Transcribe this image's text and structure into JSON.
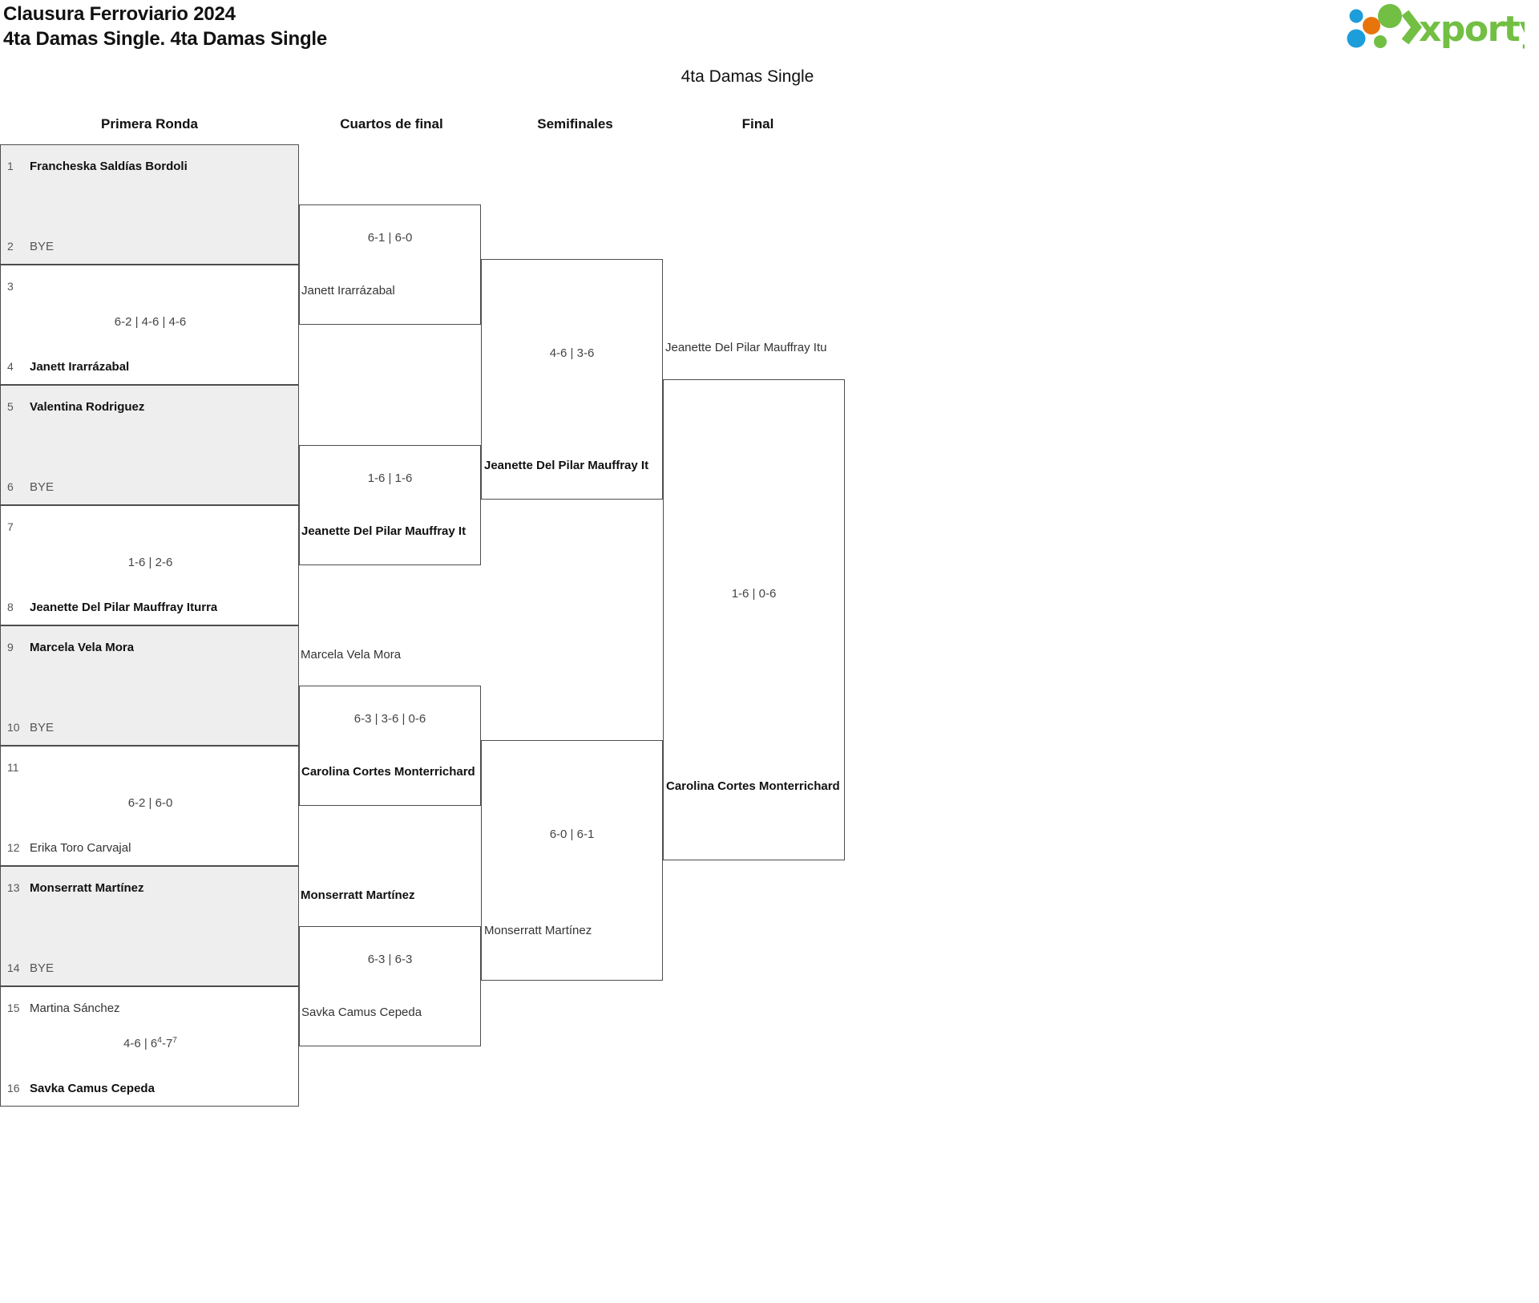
{
  "header": {
    "title_line1": "Clausura Ferroviario 2024",
    "title_line2": "4ta Damas Single. 4ta Damas Single",
    "logo_text": "xporty",
    "logo_colors": {
      "green": "#72bf44",
      "orange": "#e8740c",
      "blue": "#1d9dd9"
    }
  },
  "bracket_title": "4ta Damas Single",
  "rounds": [
    {
      "label": "Primera Ronda"
    },
    {
      "label": "Cuartos de final"
    },
    {
      "label": "Semifinales"
    },
    {
      "label": "Final"
    }
  ],
  "round1": {
    "seeds": [
      {
        "num": "1",
        "name": "Francheska Saldías Bordoli",
        "winner": true,
        "bye": false
      },
      {
        "num": "2",
        "name": "BYE",
        "winner": false,
        "bye": true
      },
      {
        "num": "3",
        "name": "",
        "winner": false,
        "bye": false
      },
      {
        "num": "4",
        "name": "Janett Irarrázabal",
        "winner": true,
        "bye": false
      },
      {
        "num": "5",
        "name": "Valentina Rodriguez",
        "winner": true,
        "bye": false
      },
      {
        "num": "6",
        "name": "BYE",
        "winner": false,
        "bye": true
      },
      {
        "num": "7",
        "name": "",
        "winner": false,
        "bye": false
      },
      {
        "num": "8",
        "name": "Jeanette Del Pilar Mauffray Iturra",
        "winner": true,
        "bye": false
      },
      {
        "num": "9",
        "name": "Marcela Vela Mora",
        "winner": true,
        "bye": false
      },
      {
        "num": "10",
        "name": "BYE",
        "winner": false,
        "bye": true
      },
      {
        "num": "11",
        "name": "",
        "winner": false,
        "bye": false
      },
      {
        "num": "12",
        "name": "Erika Toro Carvajal",
        "winner": false,
        "bye": false
      },
      {
        "num": "13",
        "name": "Monserratt Martínez",
        "winner": true,
        "bye": false
      },
      {
        "num": "14",
        "name": "BYE",
        "winner": false,
        "bye": true
      },
      {
        "num": "15",
        "name": "Martina Sánchez",
        "winner": false,
        "bye": false
      },
      {
        "num": "16",
        "name": "Savka Camus Cepeda",
        "winner": true,
        "bye": false
      }
    ],
    "scores": [
      {
        "text": ""
      },
      {
        "text": "6-2 | 4-6 | 4-6"
      },
      {
        "text": ""
      },
      {
        "text": "1-6 | 2-6"
      },
      {
        "text": ""
      },
      {
        "text": "6-2 | 6-0"
      },
      {
        "text": ""
      },
      {
        "text": "4-6 | 6{4}-7{7}",
        "tiebreak": true
      }
    ]
  },
  "quarterfinals": [
    {
      "score": "6-1 | 6-0",
      "name": "Janett Irarrázabal",
      "winner": false
    },
    {
      "score": "1-6 | 1-6",
      "name": "Jeanette Del Pilar Mauffray It",
      "winner": true
    },
    {
      "score": "6-3 | 3-6 | 0-6",
      "name": "Carolina Cortes Monterrichard",
      "winner": true
    },
    {
      "score": "6-3 | 6-3",
      "name": "Savka Camus Cepeda",
      "winner": false
    }
  ],
  "quarterfinal_top_names": [
    {
      "name": "",
      "winner": false
    },
    {
      "name": "Marcela Vela Mora",
      "winner": false
    },
    {
      "name": "Monserratt Martínez",
      "winner": true
    }
  ],
  "semifinals": [
    {
      "score": "4-6 | 3-6",
      "name": "Jeanette Del Pilar Mauffray It",
      "winner": true
    },
    {
      "score": "6-0 | 6-1",
      "name": "Monserratt Martínez",
      "winner": false
    }
  ],
  "final": {
    "score": "1-6 | 0-6",
    "top_name": "Jeanette Del Pilar Mauffray Itu",
    "champion": "Carolina Cortes Monterrichard"
  }
}
